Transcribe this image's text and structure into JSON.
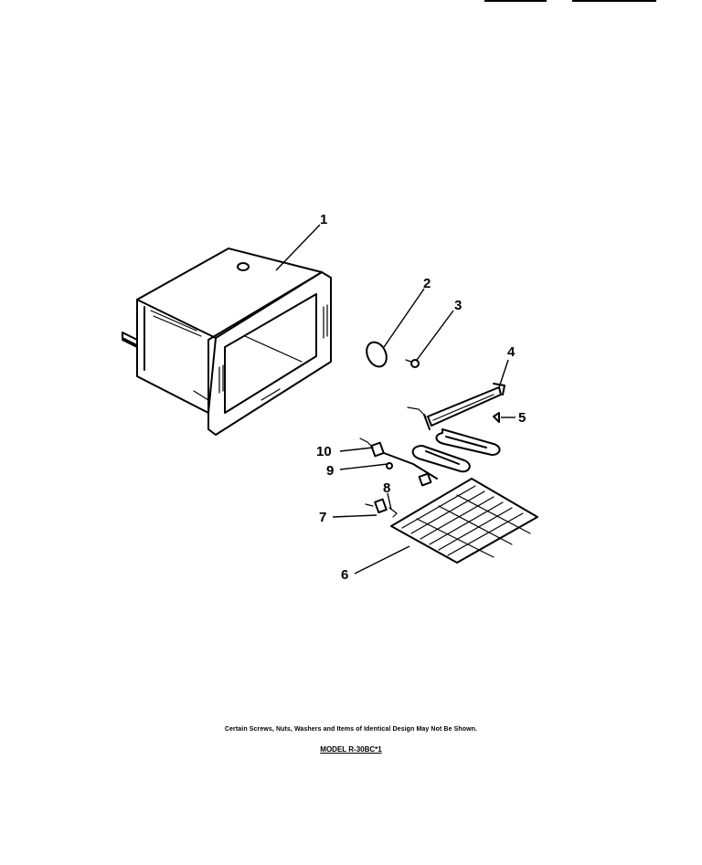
{
  "callouts": [
    "1",
    "2",
    "3",
    "4",
    "5",
    "6",
    "7",
    "8",
    "9",
    "10"
  ],
  "footer": {
    "note": "Certain Screws, Nuts, Washers and Items of Identical Design May Not Be Shown.",
    "model": "MODEL R-30BC*1"
  }
}
